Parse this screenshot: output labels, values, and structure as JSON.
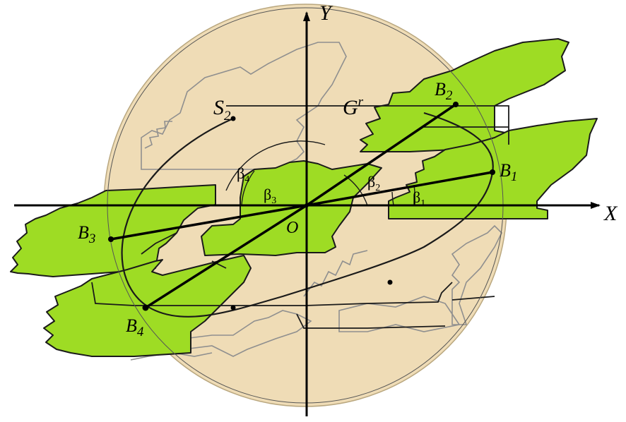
{
  "colors": {
    "disc_fill": "#efdcb6",
    "disc_stroke": "#b9a77f",
    "blade_fill": "#9edc24",
    "outline": "#1a1a1a",
    "faint_outline": "#8f8f8f",
    "axis": "#000000"
  },
  "axes": {
    "x_label": "X",
    "y_label": "Y",
    "origin_label": "O"
  },
  "labels": {
    "s2": {
      "main": "S",
      "sub": "2"
    },
    "gr": {
      "main": "G",
      "sup": "r"
    }
  },
  "points": [
    {
      "id": "b1",
      "main": "B",
      "sub": "1"
    },
    {
      "id": "b2",
      "main": "B",
      "sub": "2"
    },
    {
      "id": "b3",
      "main": "B",
      "sub": "3"
    },
    {
      "id": "b4",
      "main": "B",
      "sub": "4"
    }
  ],
  "angles": [
    {
      "id": "beta1",
      "main": "β",
      "sub": "1"
    },
    {
      "id": "beta2",
      "main": "β",
      "sub": "2"
    },
    {
      "id": "beta3",
      "main": "β",
      "sub": "3"
    },
    {
      "id": "beta4",
      "main": "β",
      "sub": "4"
    }
  ]
}
